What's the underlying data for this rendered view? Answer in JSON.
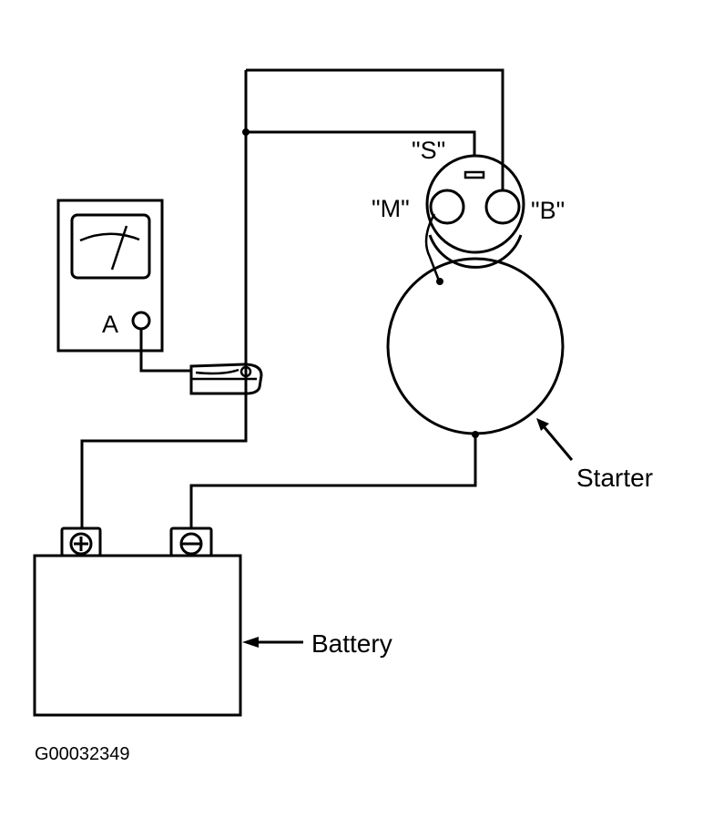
{
  "diagram": {
    "title": "Starter current draw test with clamp-on ammeter",
    "components": {
      "ammeter": {
        "label": "A"
      },
      "starter": {
        "label": "Starter"
      },
      "battery": {
        "label": "Battery",
        "positive_symbol": "+",
        "negative_symbol": "−"
      },
      "terminals": {
        "s": "\"S\"",
        "m": "\"M\"",
        "b": "\"B\""
      }
    },
    "figure_id": "G00032349",
    "colors": {
      "line": "#000000",
      "background": "#ffffff"
    }
  }
}
